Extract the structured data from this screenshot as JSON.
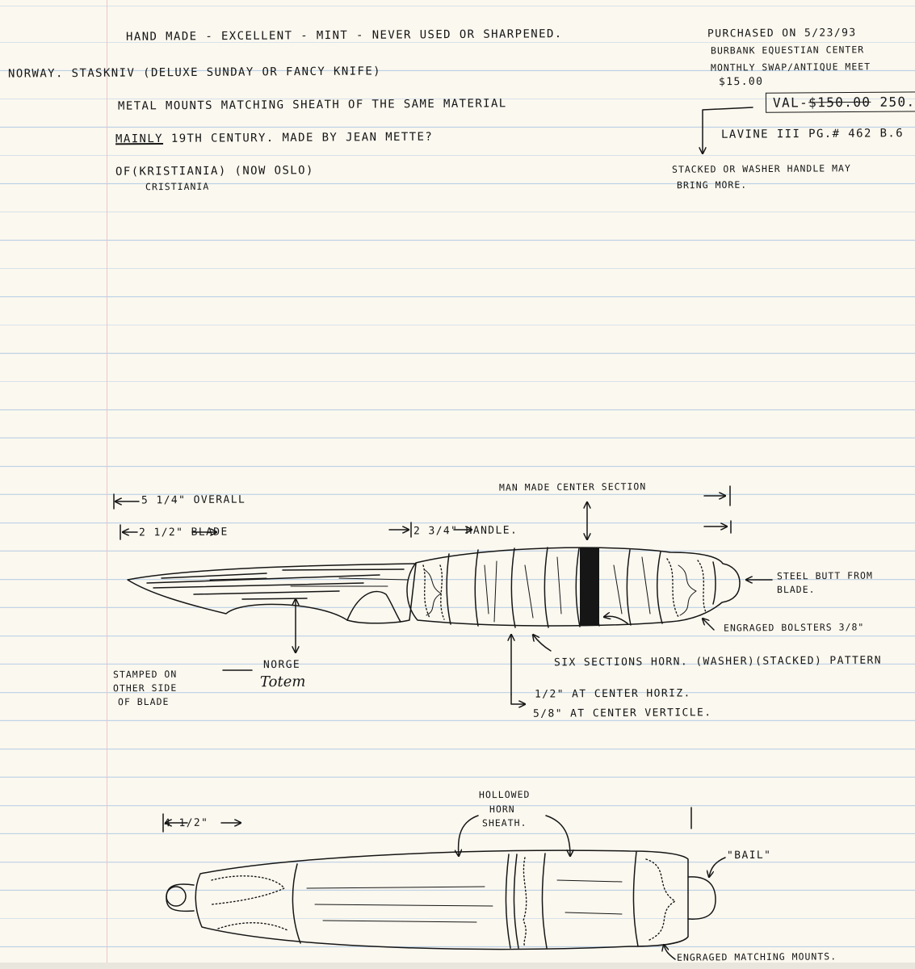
{
  "notes": {
    "line1": "HAND MADE - EXCELLENT - MINT - NEVER USED OR SHARPENED.",
    "line2": "NORWAY. STASKNIV (DELUXE SUNDAY OR FANCY KNIFE)",
    "line3": "METAL MOUNTS MATCHING SHEATH OF THE SAME MATERIAL",
    "line4_underlined": "MAINLY",
    "line4_rest": "19TH CENTURY. MADE BY JEAN METTE?",
    "line5_prefix": "OF",
    "line5_city": "(KRISTIANIA)",
    "line5_suffix": "(NOW OSLO)",
    "line5_alt": "CRISTIANIA"
  },
  "purchase": {
    "line1": "PURCHASED ON 5/23/93",
    "line2": "BURBANK EQUESTIAN CENTER",
    "line3": "MONTHLY SWAP/ANTIQUE MEET",
    "price": "$15.00",
    "value_label": "VAL-",
    "value_struck": "$150.00",
    "value_new": "250.00",
    "reference": "LAVINE III PG.# 462 B.6",
    "note_line1": "STACKED OR WASHER HANDLE MAY",
    "note_line2": "BRING MORE."
  },
  "knife_labels": {
    "overall": "5 1/4\" OVERALL",
    "blade": "2 1/2\" BLADE",
    "handle": "2 3/4\" HANDLE.",
    "center_section": "MAN MADE CENTER SECTION",
    "steel_butt_1": "STEEL BUTT FROM",
    "steel_butt_2": "BLADE.",
    "bolsters": "ENGRAGED BOLSTERS 3/8\"",
    "sections": "SIX SECTIONS HORN. (WASHER)(STACKED) PATTERN",
    "norge": "NORGE",
    "maker_mark": "Totem",
    "stamped_1": "STAMPED ON",
    "stamped_2": "OTHER SIDE",
    "stamped_3": "OF BLADE",
    "center_horiz": "1/2\" AT CENTER HORIZ.",
    "center_vert": "5/8\" AT CENTER VERTICLE."
  },
  "sheath_labels": {
    "length": "4 1/2\"",
    "hollowed_1": "HOLLOWED",
    "hollowed_2": "HORN",
    "hollowed_3": "SHEATH.",
    "ball": "\"BAIL\"",
    "mounts": "ENGRAGED MATCHING MOUNTS."
  },
  "colors": {
    "ink": "#161616",
    "rule": "#bcd0e6",
    "paper": "#fbf8ef",
    "margin": "#e8c6c6"
  }
}
